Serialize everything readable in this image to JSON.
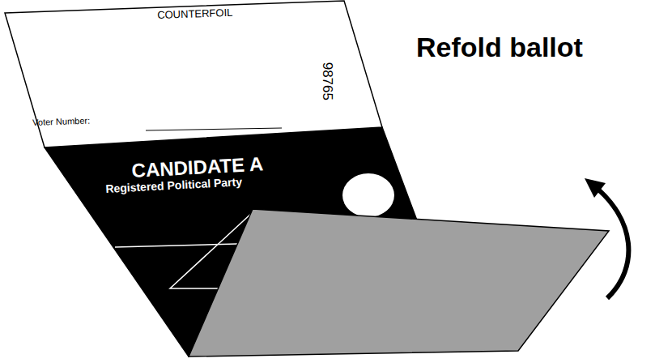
{
  "diagram": {
    "nodes": [
      {
        "text": [
          "COUNTERFOIL",
          "Voter Number:",
          "98765"
        ]
      },
      {
        "text": [
          "CANDIDATE A",
          "Registered Political Party"
        ]
      }
    ],
    "labels": [
      "Refold ballot"
    ]
  }
}
